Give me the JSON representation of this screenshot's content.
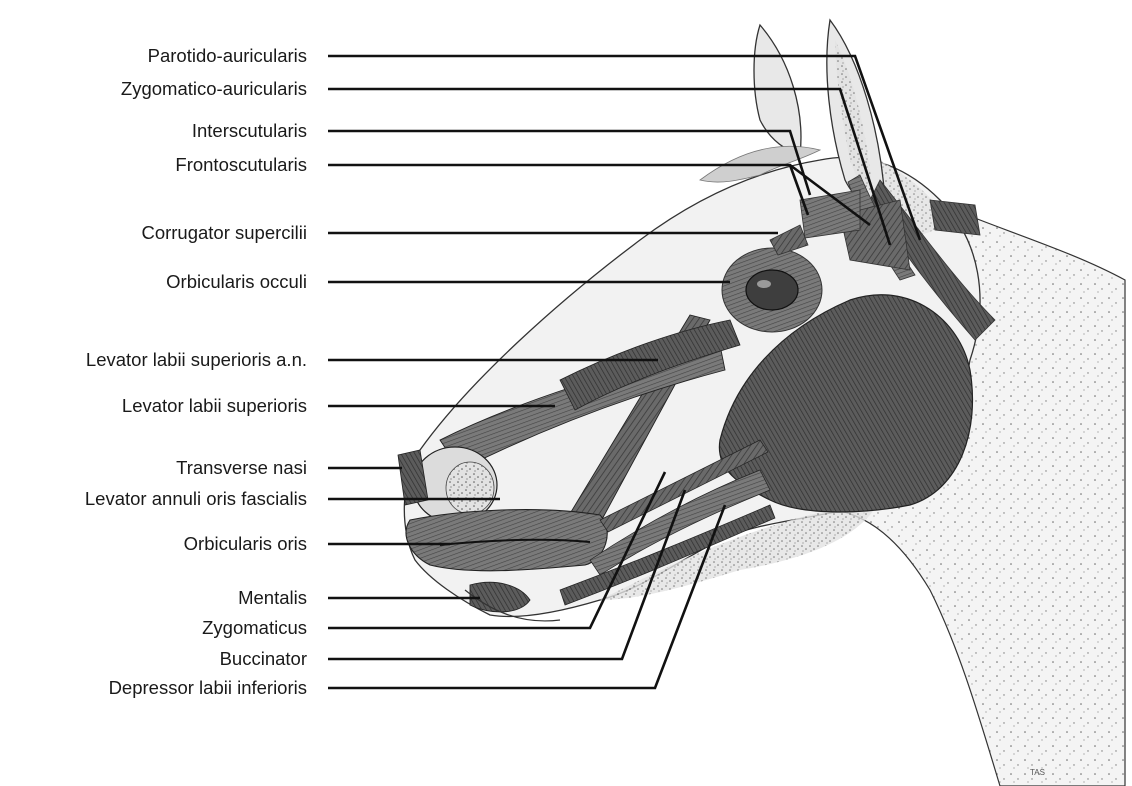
{
  "labels": [
    "Parotido-auricularis",
    "Zygomatico-auricularis",
    "Interscutularis",
    "Frontoscutularis",
    "Corrugator supercilii",
    "Orbicularis occuli",
    "Levator labii superioris a.n.",
    "Levator labii superioris",
    "Transverse nasi",
    "Levator annuli oris fascialis",
    "Orbicularis oris",
    "Mentalis",
    "Zygomaticus",
    "Buccinator",
    "Depressor labii inferioris"
  ],
  "signature": "TAS",
  "colors": {
    "background": "#ffffff",
    "ink": "#1a1a1a",
    "muscle": "#5a5a5a",
    "muscle_light": "#8c8c8c",
    "skin": "#f2f2f2",
    "nostril": "#d8d8d8"
  }
}
